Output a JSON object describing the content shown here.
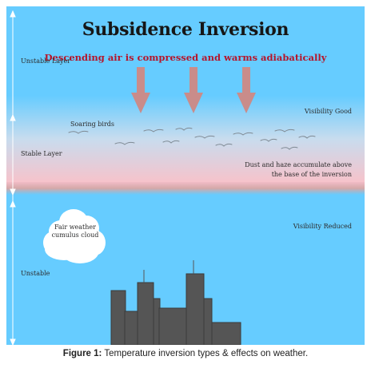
{
  "title": "Subsidence Inversion",
  "subtitle": "Descending air is compressed and warms adiabatically",
  "labels": {
    "unstable_layer": "Unstable Layer",
    "stable_layer": "Stable Layer",
    "unstable": "Unstable",
    "soaring_birds": "Soaring birds",
    "visibility_good": "Visibility Good",
    "visibility_reduced": "Visibility Reduced",
    "dust_haze_line1": "Dust and haze accumulate above",
    "dust_haze_line2": "the base of the inversion",
    "cloud_line1": "Fair weather",
    "cloud_line2": "cumulus cloud"
  },
  "caption": {
    "prefix": "Figure 1:",
    "text": " Temperature inversion types & effects on weather."
  },
  "colors": {
    "sky": "#66ccff",
    "inversion_pink": "#f2c6cf",
    "arrow": "#c98c8a",
    "title": "#161616",
    "subtitle": "#b5152b",
    "buildings": "#555555"
  }
}
